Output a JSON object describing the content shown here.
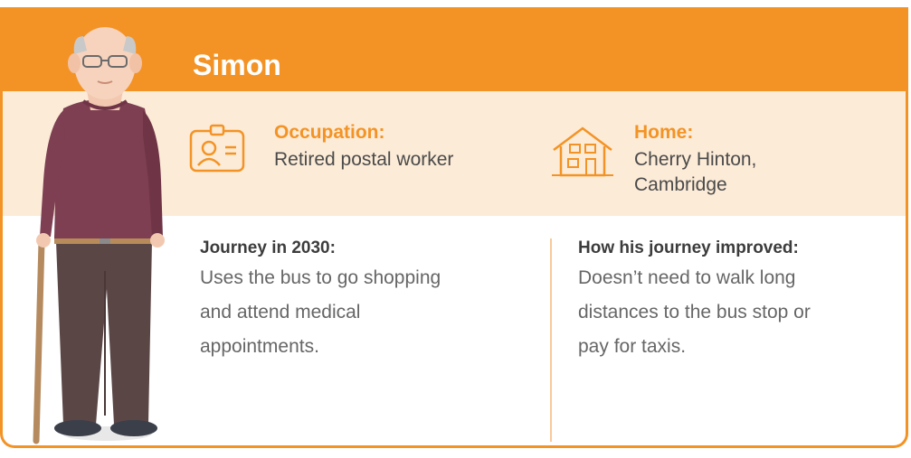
{
  "persona": {
    "name": "Simon",
    "occupation": {
      "label": "Occupation:",
      "value": "Retired postal worker",
      "icon": "id-badge-icon"
    },
    "home": {
      "label": "Home:",
      "line1": "Cherry Hinton,",
      "line2": "Cambridge",
      "icon": "house-icon"
    }
  },
  "journey": {
    "title": "Journey in 2030:",
    "lines": [
      "Uses the bus to go shopping",
      "and attend medical",
      "appointments."
    ]
  },
  "improvement": {
    "title": "How his journey improved:",
    "lines": [
      "Doesn’t need to walk long",
      "distances to the bus stop or",
      "pay for taxis."
    ]
  },
  "colors": {
    "accent": "#f39325",
    "band": "#fcebd7",
    "text": "#4a4a4a"
  }
}
